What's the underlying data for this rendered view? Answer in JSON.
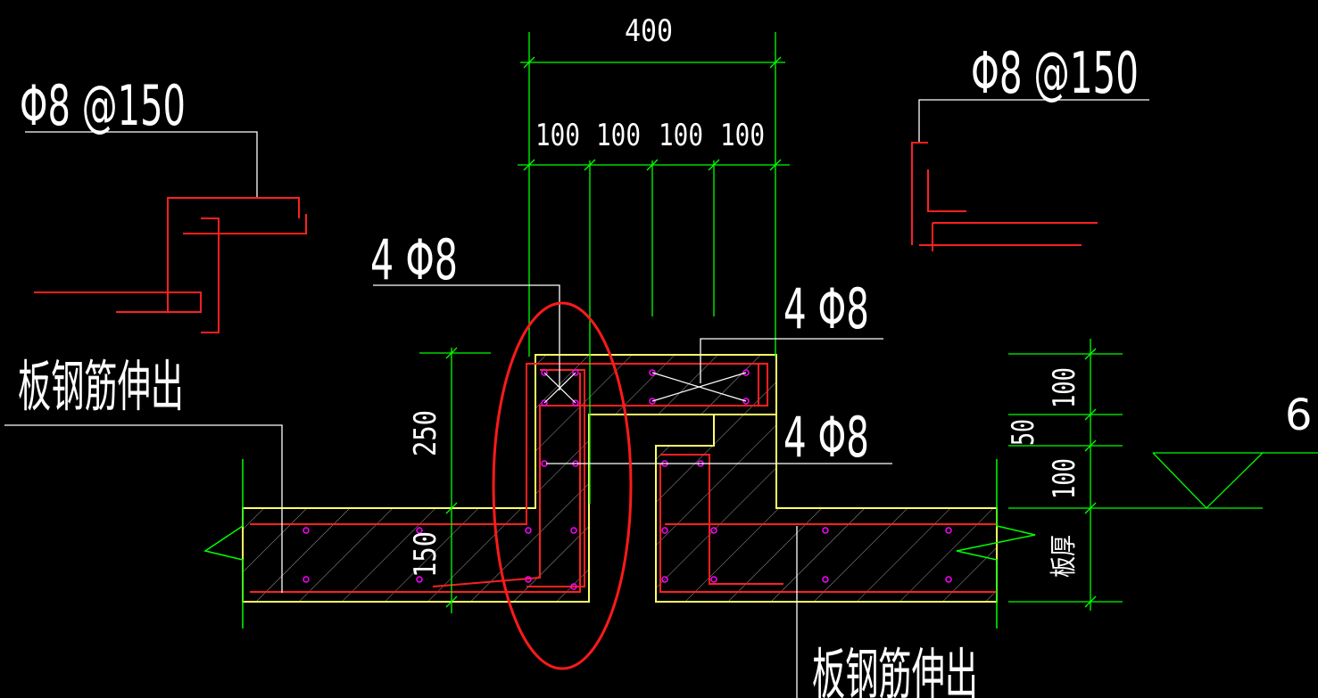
{
  "labels": {
    "rebar_left": "Φ8 @150",
    "rebar_right": "Φ8 @150",
    "bar_top_left": "4 Φ8",
    "bar_top_right": "4 Φ8",
    "bar_mid_right": "4 Φ8",
    "slab_out_left": "板钢筋伸出",
    "slab_out_bottom": "板钢筋伸出",
    "slab_thickness": "板厚",
    "elevation_mark": "6"
  },
  "dimensions": {
    "total_width": "400",
    "seg1": "100",
    "seg2": "100",
    "seg3": "100",
    "seg4": "100",
    "height_250": "250",
    "height_150": "150",
    "right_100_top": "100",
    "right_50": "50",
    "right_100_bottom": "100"
  },
  "colors": {
    "background": "#000000",
    "dimension_line": "#00ff00",
    "concrete_outline": "#ffff66",
    "rebar": "#ff2020",
    "bar_dot": "#ff00ff",
    "text": "#ffffff",
    "hatch": "#9a9a9a",
    "highlight_ellipse": "#ff1a1a"
  }
}
